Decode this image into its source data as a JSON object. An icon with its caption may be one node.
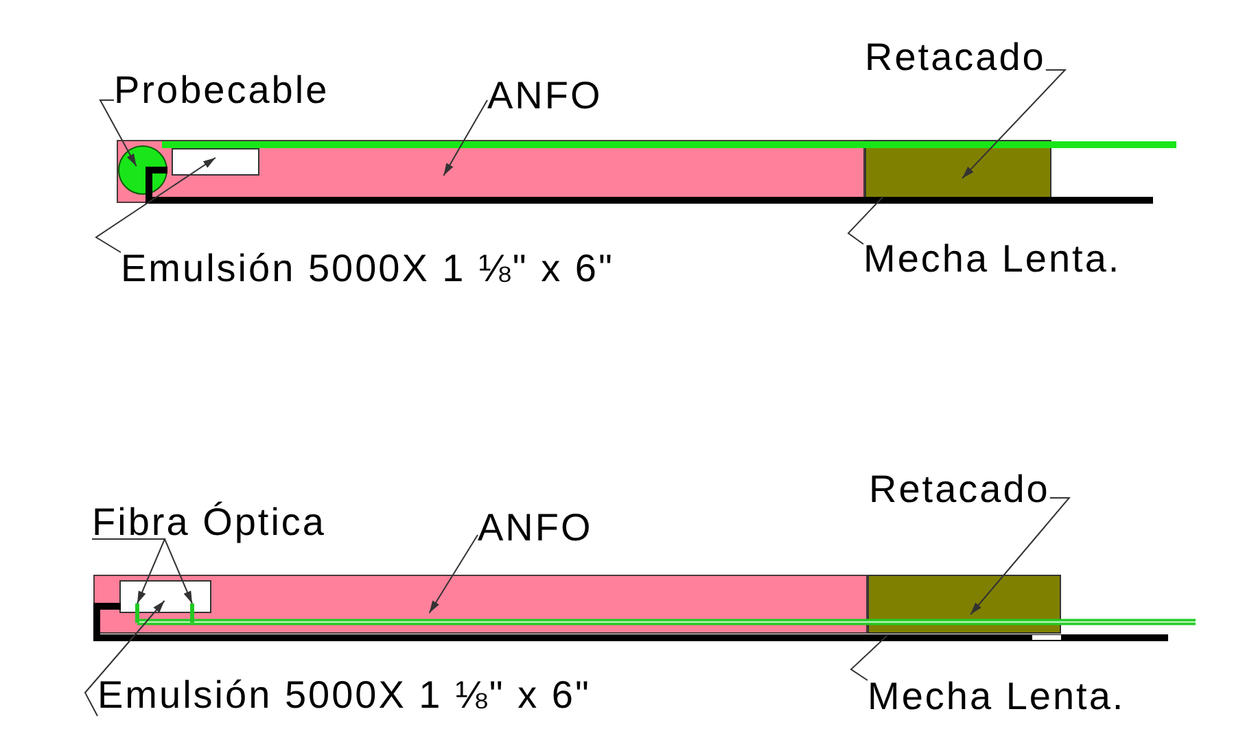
{
  "diagram": {
    "nodes": [
      {
        "text": [
          "Probecable"
        ]
      },
      {
        "text": [
          "ANFO"
        ]
      },
      {
        "text": [
          "Retacado"
        ]
      },
      {
        "text": [],
        "shape": "box"
      },
      {
        "text": [],
        "shape": "box",
        "in": 3
      },
      {
        "text": [],
        "shape": "circle",
        "in": 3
      },
      {
        "text": [],
        "shape": "box"
      },
      {
        "text": [],
        "shape": "line"
      },
      {
        "text": [
          "Emulsión 5000X 1 ⅛\" x 6\""
        ]
      },
      {
        "text": [
          "Mecha Lenta."
        ]
      },
      {
        "text": [
          "Fibra Óptica"
        ]
      },
      {
        "text": [
          "ANFO"
        ]
      },
      {
        "text": [
          "Retacado"
        ]
      },
      {
        "text": [],
        "shape": "box"
      },
      {
        "text": [],
        "shape": "box",
        "in": 13
      },
      {
        "text": [],
        "shape": "line"
      },
      {
        "text": [],
        "shape": "line"
      },
      {
        "text": [],
        "shape": "box"
      },
      {
        "text": [],
        "shape": "line"
      },
      {
        "text": [
          "Emulsión 5000X 1 ⅛\" x 6\""
        ]
      },
      {
        "text": [
          "Mecha Lenta."
        ]
      }
    ],
    "edges": [
      {
        "from": 0,
        "to": 5,
        "arrow": "to"
      },
      {
        "from": 1,
        "to": 3,
        "arrow": "to"
      },
      {
        "from": 2,
        "to": 6,
        "arrow": "to"
      },
      {
        "from": 8,
        "to": 4,
        "arrow": "to"
      },
      {
        "from": 9,
        "to": 7,
        "arrow": "none"
      },
      {
        "from": 10,
        "to": 15,
        "arrow": "to"
      },
      {
        "from": 10,
        "to": 16,
        "arrow": "to"
      },
      {
        "from": 11,
        "to": 13,
        "arrow": "to"
      },
      {
        "from": 12,
        "to": 17,
        "arrow": "to"
      },
      {
        "from": 19,
        "to": 14,
        "arrow": "to"
      },
      {
        "from": 20,
        "to": 18,
        "arrow": "none"
      }
    ]
  }
}
